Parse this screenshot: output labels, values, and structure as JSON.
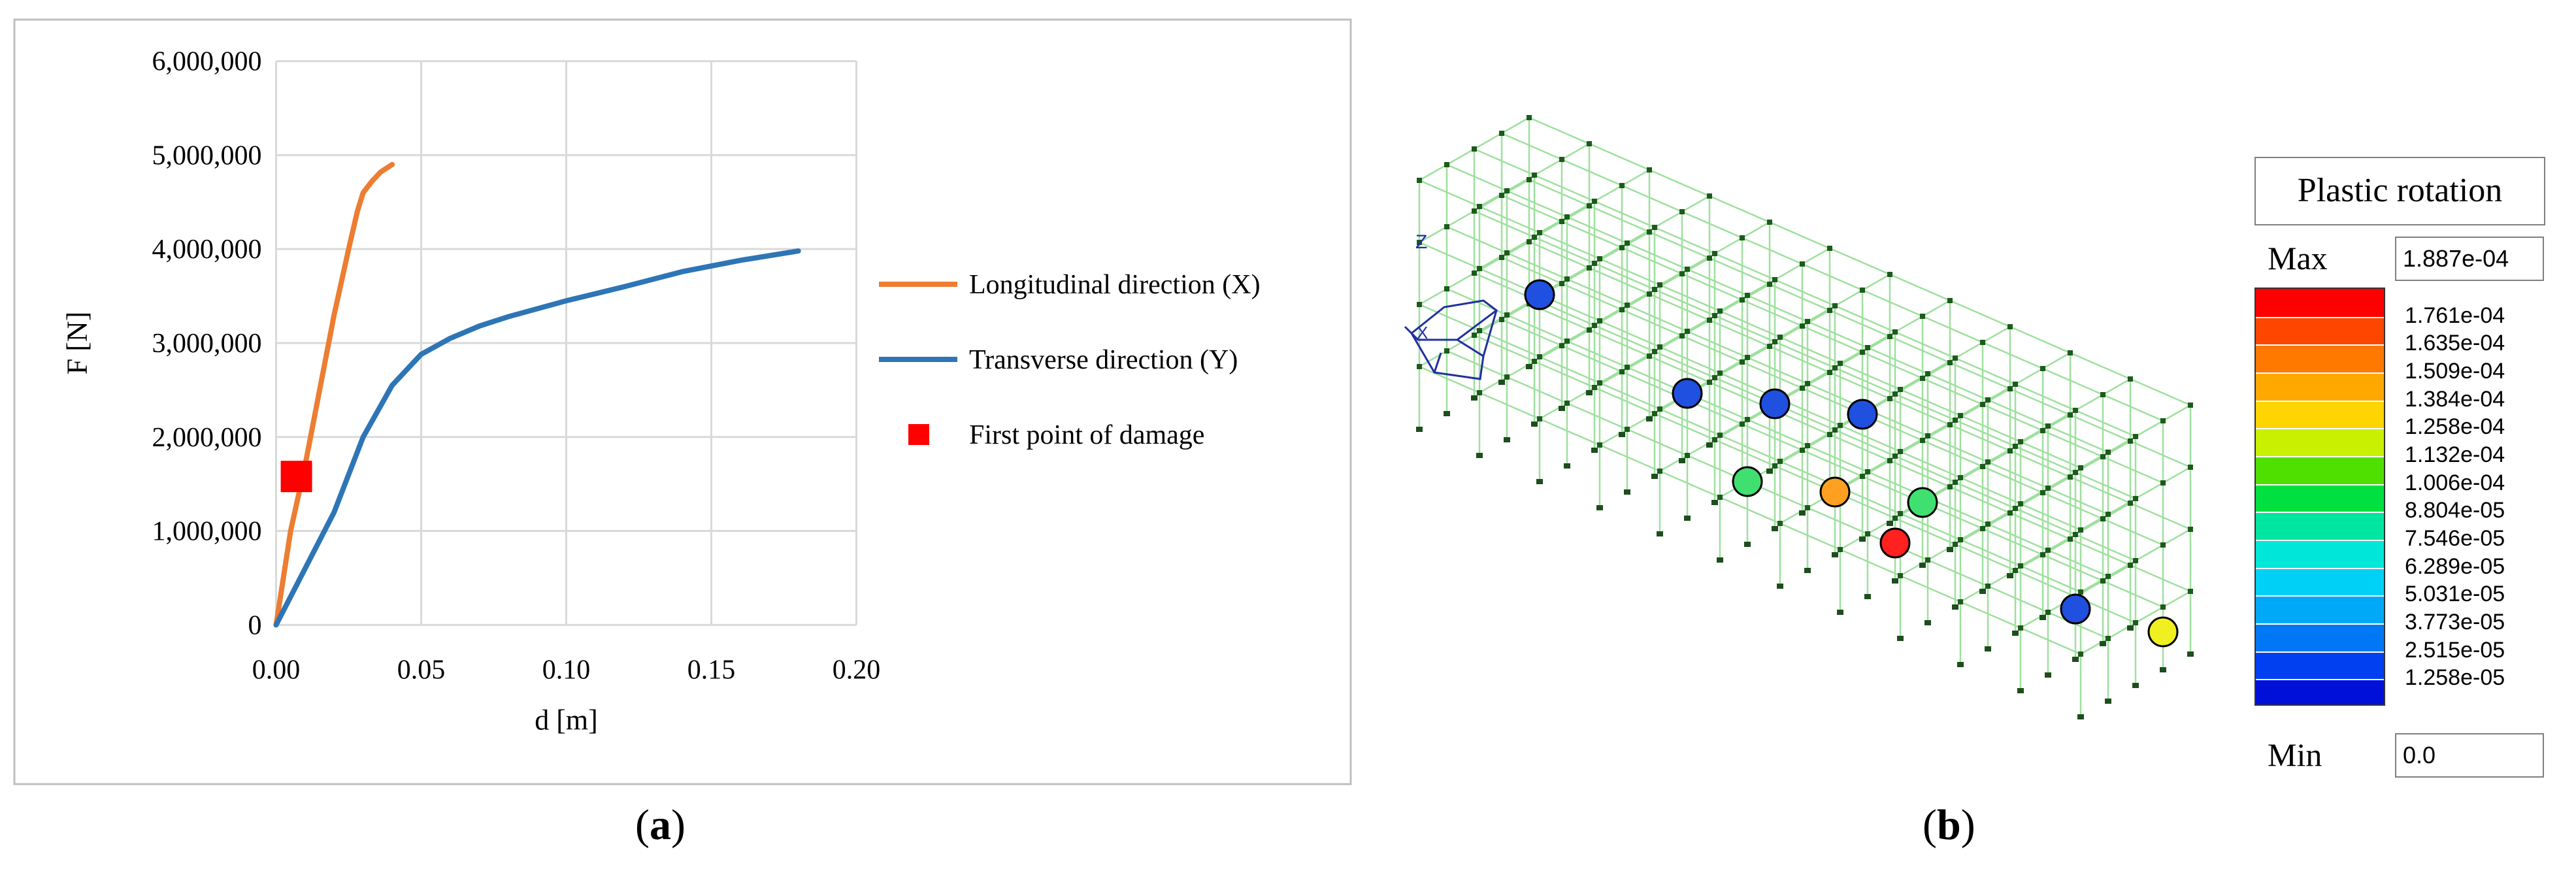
{
  "chart_data": {
    "type": "line",
    "title": "",
    "xlabel": "d [m]",
    "ylabel": "F [N]",
    "xlim": [
      0,
      0.2
    ],
    "ylim": [
      0,
      6000000
    ],
    "x_ticks": [
      "0.00",
      "0.05",
      "0.10",
      "0.15",
      "0.20"
    ],
    "y_ticks": [
      "0",
      "1,000,000",
      "2,000,000",
      "3,000,000",
      "4,000,000",
      "5,000,000",
      "6,000,000"
    ],
    "grid": true,
    "legend_position": "right",
    "series": [
      {
        "name": "Longitudinal direction (X)",
        "color": "#ED7D31",
        "points": [
          [
            0,
            0
          ],
          [
            0.005,
            1000000
          ],
          [
            0.01,
            1700000
          ],
          [
            0.015,
            2500000
          ],
          [
            0.02,
            3300000
          ],
          [
            0.025,
            4000000
          ],
          [
            0.028,
            4400000
          ],
          [
            0.03,
            4600000
          ],
          [
            0.033,
            4720000
          ],
          [
            0.036,
            4820000
          ],
          [
            0.04,
            4900000
          ]
        ]
      },
      {
        "name": "Transverse direction (Y)",
        "color": "#2E75B6",
        "points": [
          [
            0,
            0
          ],
          [
            0.01,
            600000
          ],
          [
            0.02,
            1200000
          ],
          [
            0.03,
            2000000
          ],
          [
            0.04,
            2550000
          ],
          [
            0.05,
            2880000
          ],
          [
            0.06,
            3050000
          ],
          [
            0.07,
            3180000
          ],
          [
            0.08,
            3280000
          ],
          [
            0.1,
            3450000
          ],
          [
            0.12,
            3600000
          ],
          [
            0.14,
            3760000
          ],
          [
            0.16,
            3880000
          ],
          [
            0.18,
            3980000
          ]
        ]
      },
      {
        "name": "First point of damage",
        "color": "#FF0000",
        "marker": "square",
        "points": [
          [
            0.007,
            1580000
          ]
        ]
      }
    ]
  },
  "captions": {
    "a": "(a)",
    "a_letter": "a",
    "b": "(b)",
    "b_letter": "b"
  },
  "model_view": {
    "axis_label_z": "Z",
    "axis_label_x": "X"
  },
  "color_legend": {
    "title": "Plastic rotation",
    "max_label": "Max",
    "max_value": "1.887e-04",
    "min_label": "Min",
    "min_value": "0.0",
    "levels": [
      {
        "label": "1.761e-04",
        "color": "#FF0000"
      },
      {
        "label": "1.635e-04",
        "color": "#FF4600"
      },
      {
        "label": "1.509e-04",
        "color": "#FF7800"
      },
      {
        "label": "1.384e-04",
        "color": "#FFA800"
      },
      {
        "label": "1.258e-04",
        "color": "#FFD400"
      },
      {
        "label": "1.132e-04",
        "color": "#C8F000"
      },
      {
        "label": "1.006e-04",
        "color": "#50E000"
      },
      {
        "label": "8.804e-05",
        "color": "#00E040"
      },
      {
        "label": "7.546e-05",
        "color": "#00E6A0"
      },
      {
        "label": "6.289e-05",
        "color": "#00E6D8"
      },
      {
        "label": "5.031e-05",
        "color": "#00D0F5"
      },
      {
        "label": "3.773e-05",
        "color": "#00A8F8"
      },
      {
        "label": "2.515e-05",
        "color": "#0078F5"
      },
      {
        "label": "1.258e-05",
        "color": "#0040F0"
      },
      {
        "label": "",
        "color": "#0010D8"
      }
    ],
    "hinges": [
      {
        "color": "#2050E0"
      },
      {
        "color": "#2050E0"
      },
      {
        "color": "#2050E0"
      },
      {
        "color": "#2050E0"
      },
      {
        "color": "#40E070"
      },
      {
        "color": "#FFA020"
      },
      {
        "color": "#40E070"
      },
      {
        "color": "#FF2020"
      },
      {
        "color": "#2050E0"
      },
      {
        "color": "#F0F020"
      }
    ]
  }
}
